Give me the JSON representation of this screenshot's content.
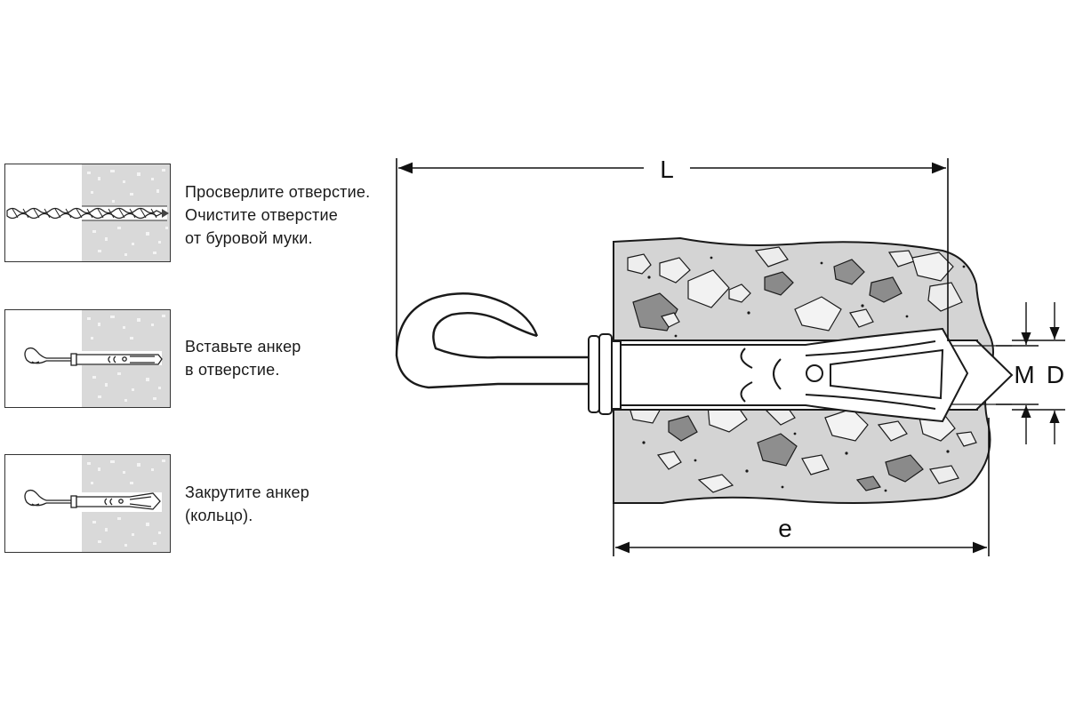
{
  "steps": [
    {
      "lines": [
        "Просверлите отверстие.",
        "Очистите отверстие",
        "от буровой муки."
      ]
    },
    {
      "lines": [
        "Вставьте анкер",
        "в отверстие."
      ]
    },
    {
      "lines": [
        "Закрутите  анкер",
        "(кольцо)."
      ]
    }
  ],
  "dimensions": {
    "L": "L",
    "e": "e",
    "M": "M",
    "D": "D"
  },
  "colors": {
    "concrete": "#d6d6d6",
    "stone_light": "#ebebeb",
    "stone_dark": "#8f8f8f",
    "line": "#1a1a1a"
  }
}
